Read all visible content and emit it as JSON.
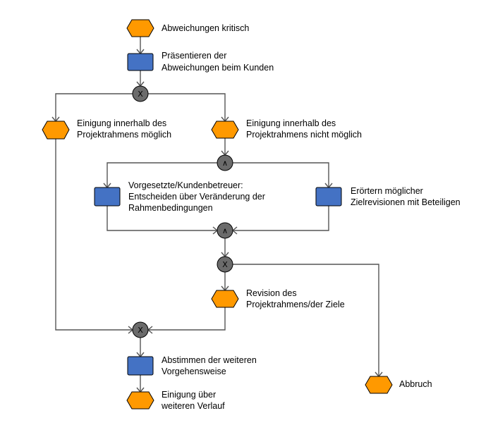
{
  "colors": {
    "event": "#ff9900",
    "function": "#4472c4",
    "connector": "#6b6b6b",
    "line": "#555555"
  },
  "nodes": {
    "event_abweichungen": {
      "line1": "Abweichungen kritisch"
    },
    "func_praesentieren": {
      "line1": "Präsentieren der",
      "line2": "Abweichungen beim Kunden"
    },
    "event_einigung_moeglich": {
      "line1": "Einigung innerhalb des",
      "line2": "Projektrahmens möglich"
    },
    "event_einigung_nicht": {
      "line1": "Einigung innerhalb des",
      "line2": "Projektrahmens nicht möglich"
    },
    "func_vorgesetzte": {
      "line1": "Vorgesetzte/Kundenbetreuer:",
      "line2": "Entscheiden über Veränderung der",
      "line3": "Rahmenbedingungen"
    },
    "func_eroertern": {
      "line1": "Erörtern möglicher",
      "line2": "Zielrevisionen mit Beteiligen"
    },
    "event_revision": {
      "line1": "Revision des",
      "line2": "Projektrahmens/der Ziele"
    },
    "func_abstimmen": {
      "line1": "Abstimmen der weiteren",
      "line2": "Vorgehensweise"
    },
    "event_einigung_verlauf": {
      "line1": "Einigung über",
      "line2": "weiteren Verlauf"
    },
    "event_abbruch": {
      "line1": "Abbruch"
    }
  },
  "connectors": {
    "xor_split_1": "X",
    "and_split": "∧",
    "and_join": "∧",
    "xor_split_2": "X",
    "xor_join": "X"
  }
}
